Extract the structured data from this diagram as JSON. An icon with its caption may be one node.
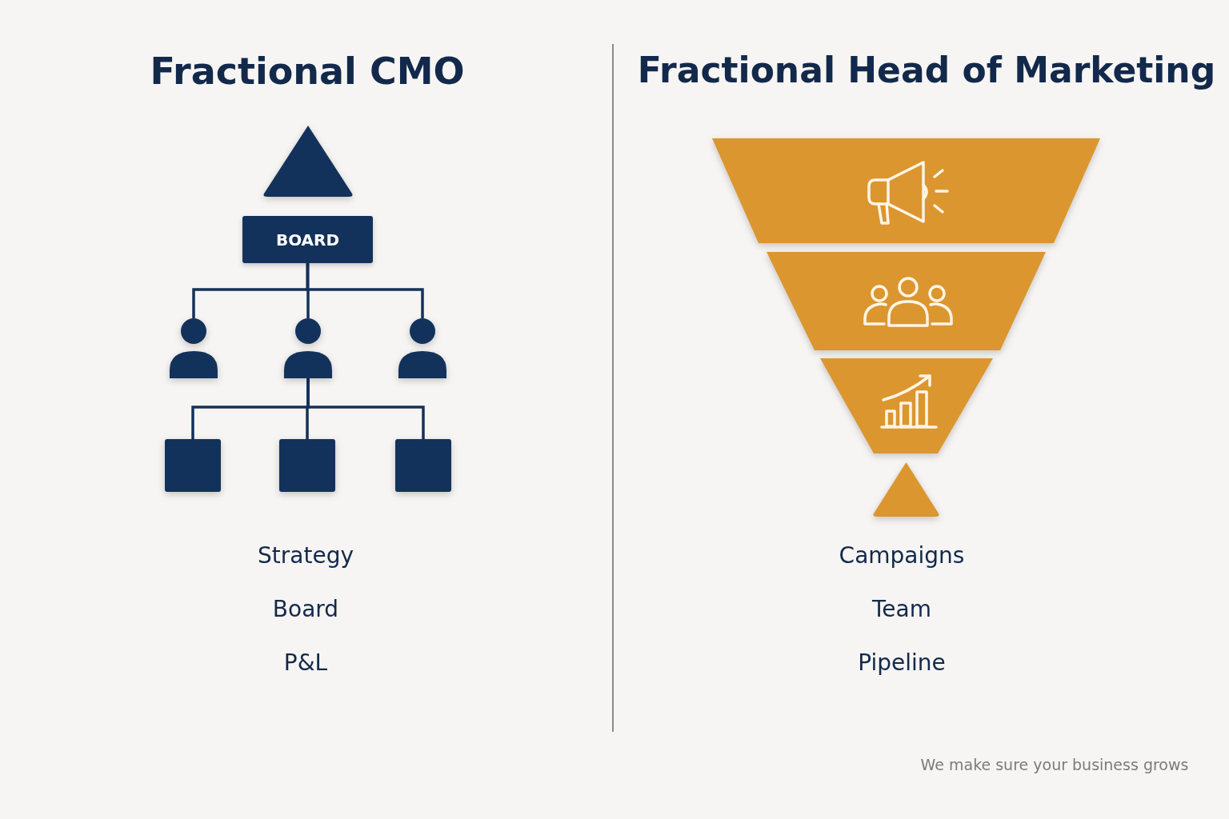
{
  "diagram": {
    "nodes": [
      {
        "text": [],
        "shape": "triangle"
      },
      {
        "text": [
          "BOARD"
        ]
      },
      {
        "text": [],
        "shape": "person"
      },
      {
        "text": [],
        "shape": "person"
      },
      {
        "text": [],
        "shape": "person"
      },
      {
        "text": [],
        "shape": "box"
      },
      {
        "text": [],
        "shape": "box"
      },
      {
        "text": [],
        "shape": "box"
      },
      {
        "text": [],
        "shape": "band"
      },
      {
        "text": [],
        "shape": "band"
      },
      {
        "text": [],
        "shape": "band"
      },
      {
        "text": [],
        "shape": "triangle"
      }
    ],
    "edges": [
      {
        "from": 1,
        "to": 2,
        "arrow": "none"
      },
      {
        "from": 1,
        "to": 3,
        "arrow": "none"
      },
      {
        "from": 1,
        "to": 4,
        "arrow": "none"
      },
      {
        "from": 3,
        "to": 5,
        "arrow": "none"
      },
      {
        "from": 3,
        "to": 6,
        "arrow": "none"
      },
      {
        "from": 3,
        "to": 7,
        "arrow": "none"
      }
    ],
    "labels": [
      "Fractional CMO",
      "Fractional Head of Marketing",
      "Strategy",
      "Board",
      "P&L",
      "Campaigns",
      "Team",
      "Pipeline",
      "We make sure your business grows"
    ]
  }
}
